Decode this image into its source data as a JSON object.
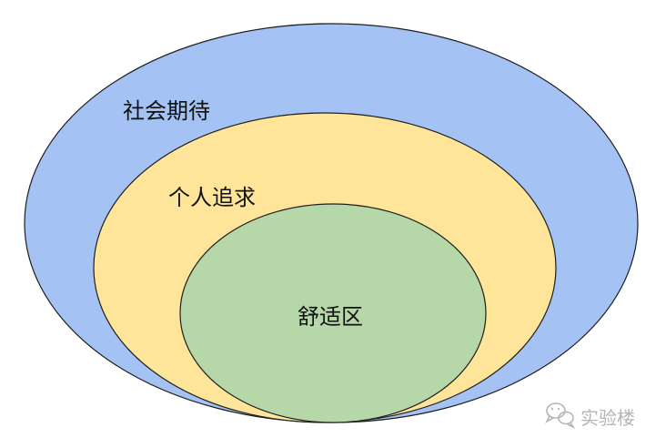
{
  "diagram": {
    "outer": {
      "label": "社会期待",
      "fill": "#a4c2f4",
      "stroke": "#1f1f1f"
    },
    "middle": {
      "label": "个人追求",
      "fill": "#ffe599",
      "stroke": "#1f1f1f"
    },
    "inner": {
      "label": "舒适区",
      "fill": "#b6d7a8",
      "stroke": "#1f1f1f"
    }
  },
  "watermark": {
    "text": "实验楼",
    "icon": "wechat-icon",
    "color": "#b5b5b5"
  }
}
